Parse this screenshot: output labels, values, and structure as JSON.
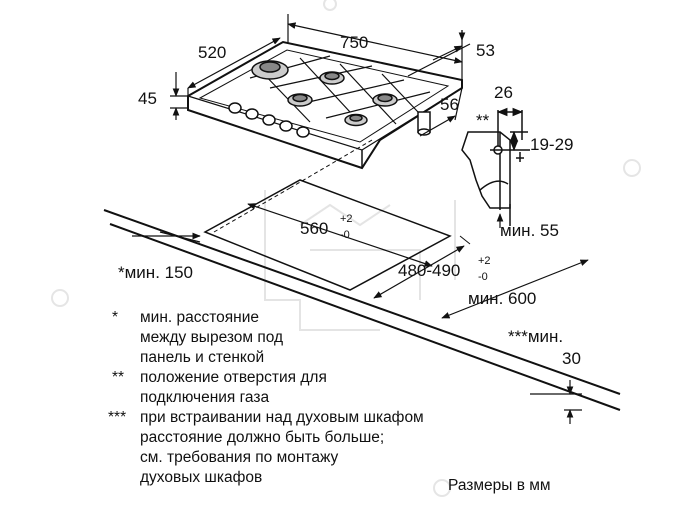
{
  "dimensions": {
    "width_750": "750",
    "depth_520": "520",
    "height_45": "45",
    "offset_53": "53",
    "offset_56": "56",
    "bracket_26": "26",
    "bracket_range": "19-29",
    "min_55": "мин. 55",
    "star_min_150": "*мин. 150",
    "cutout_width": "560",
    "cutout_depth": "480-490",
    "tol_plus": "+2",
    "tol_minus": "-0",
    "min_600": "мин. 600",
    "min_30_label": "***мин.",
    "min_30_value": "30"
  },
  "bracket_note": "**",
  "notes": [
    {
      "mark": "*",
      "lines": [
        "мин. расстояние",
        "между вырезом под",
        "панель и стенкой"
      ]
    },
    {
      "mark": "**",
      "lines": [
        "положение отверстия для",
        "подключения газа"
      ]
    },
    {
      "mark": "***",
      "lines": [
        "при встраивании над духовым шкафом",
        "расстояние должно быть больше;",
        "см. требования по монтажу",
        "духовых шкафов"
      ]
    }
  ],
  "units_note": "Размеры в мм"
}
